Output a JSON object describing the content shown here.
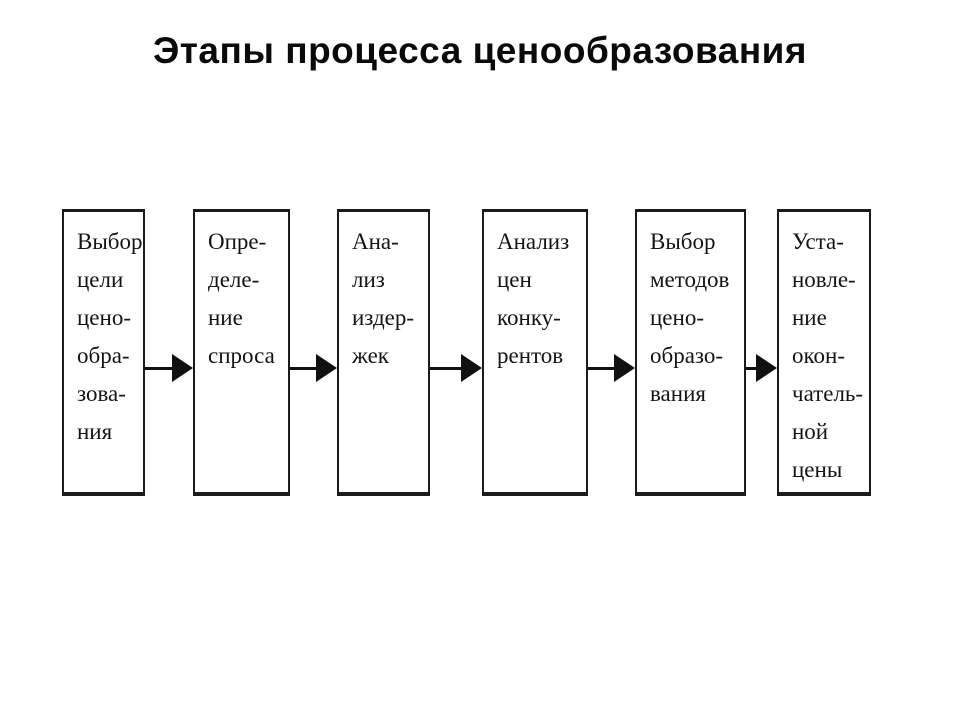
{
  "title": "Этапы процесса ценообразования",
  "diagram": {
    "description": "Horizontal flowchart of six sequential stages connected by right arrows",
    "connector_icon": "right-arrow-icon",
    "colors": {
      "background": "#ffffff",
      "box_border": "#1b1b1b",
      "text": "#141414",
      "arrow": "#111111"
    },
    "steps": [
      {
        "full_label": "Выбор цели ценообразования",
        "text": "Выбор\nцели\nцено-\nобра-\nзова-\nния"
      },
      {
        "full_label": "Определение спроса",
        "text": "Опре-\nделе-\nние\nспроса"
      },
      {
        "full_label": "Анализ издержек",
        "text": "Ана-\nлиз\nиздер-\nжек"
      },
      {
        "full_label": "Анализ цен конкурентов",
        "text": "Анализ\nцен\nконку-\nрентов"
      },
      {
        "full_label": "Выбор методов ценообразования",
        "text": "Выбор\nметодов\nцено-\nобразо-\nвания"
      },
      {
        "full_label": "Установление окончательной цены",
        "text": "Уста-\nновле-\nние\nокон-\nчатель-\nной\nцены"
      }
    ]
  }
}
